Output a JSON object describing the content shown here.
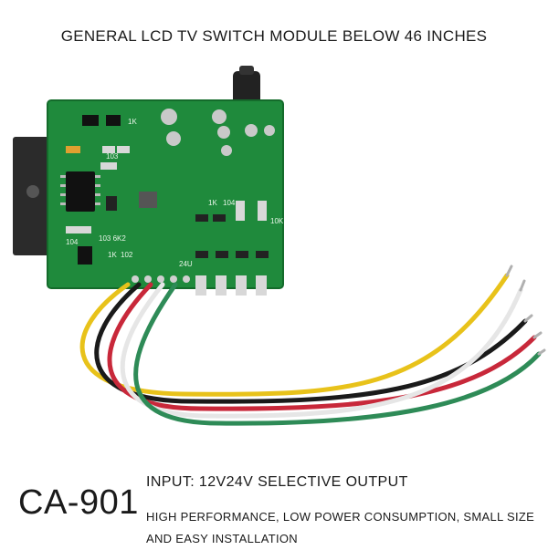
{
  "header": {
    "title": "GENERAL LCD TV SWITCH MODULE BELOW 46 INCHES"
  },
  "product": {
    "model": "CA-901",
    "input_line": "INPUT: 12V24V SELECTIVE OUTPUT",
    "description": "HIGH PERFORMANCE, LOW POWER CONSUMPTION, SMALL SIZE AND EASY INSTALLATION"
  },
  "pcb_markings": {
    "r1": "1K",
    "r2": "103",
    "r3": "1K",
    "r4": "104",
    "r5": "10K",
    "r6": "103 6K2",
    "r7": "104",
    "r8": "24U",
    "r9": "1K",
    "r10": "102"
  },
  "colors": {
    "pcb": "#1f8a3c",
    "pcb_dark": "#146b2b",
    "heatsink": "#2b2b2b",
    "wire_yellow": "#e8c21a",
    "wire_black": "#1a1a1a",
    "wire_red": "#c8283a",
    "wire_white": "#f4f4f4",
    "wire_green": "#2e8b57"
  }
}
